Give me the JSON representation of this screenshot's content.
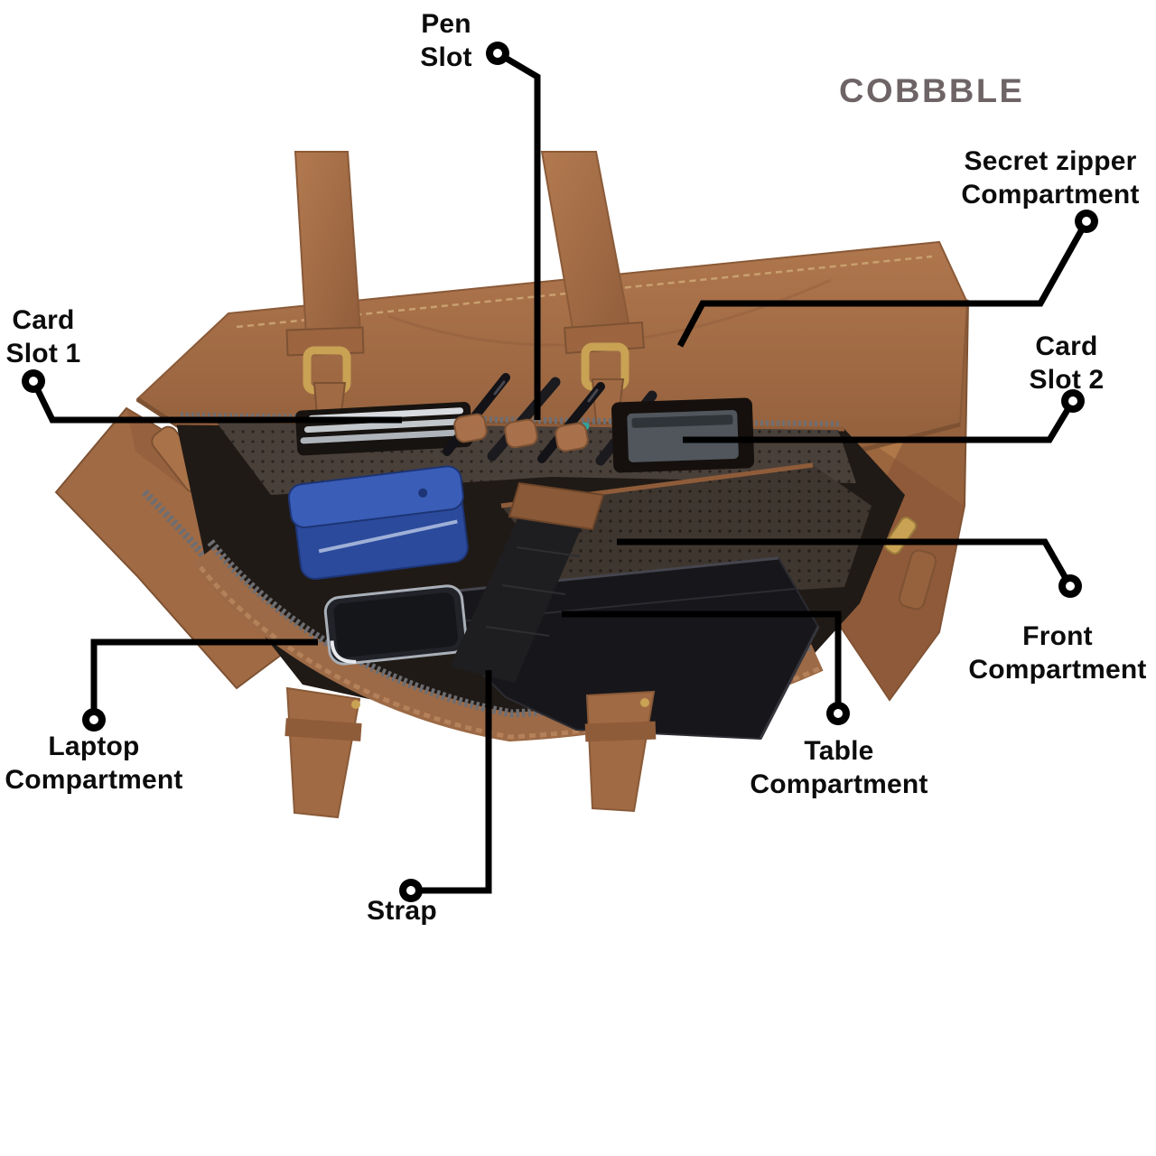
{
  "brand": {
    "logo_text": "COBBBLE",
    "logo_color": "#6e6466"
  },
  "annotation_style": {
    "line_color": "#000000",
    "text_color": "#0c0c0c"
  },
  "annotations": [
    {
      "id": "pen-slot",
      "lines": [
        "Pen",
        "Slot"
      ]
    },
    {
      "id": "secret-zipper-compartment",
      "lines": [
        "Secret zipper",
        "Compartment"
      ]
    },
    {
      "id": "card-slot-1",
      "lines": [
        "Card",
        "Slot 1"
      ]
    },
    {
      "id": "card-slot-2",
      "lines": [
        "Card",
        "Slot 2"
      ]
    },
    {
      "id": "front-compartment",
      "lines": [
        "Front",
        "Compartment"
      ]
    },
    {
      "id": "laptop-compartment",
      "lines": [
        "Laptop",
        "Compartment"
      ]
    },
    {
      "id": "table-compartment",
      "lines": [
        "Table",
        "Compartment"
      ]
    },
    {
      "id": "strap",
      "lines": [
        "Strap"
      ]
    }
  ],
  "illustration": {
    "subject": "Top view of an open tan leather tote bag showing interior compartments, pens, cards, blue wallet, phone, laptop and elastic strap",
    "colors": {
      "leather_tan": "#a9714b",
      "leather_shadow": "#8a5a38",
      "interior_dark": "#201a16",
      "interior_lining": "#4a403a",
      "wallet_blue": "#2b4a9c",
      "strap_black": "#1e1e20",
      "laptop_black": "#17171b",
      "hardware_gold": "#c9a254"
    }
  }
}
